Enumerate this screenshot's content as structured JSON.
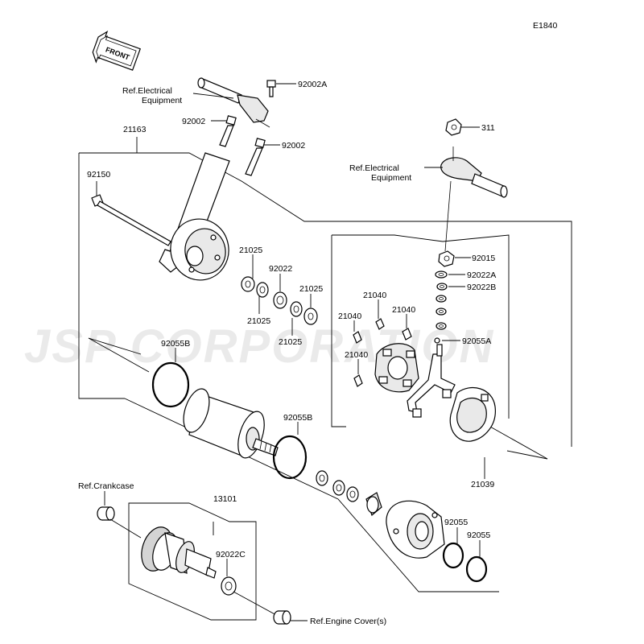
{
  "diagram_code": "E1840",
  "front_label": "FRONT",
  "watermark": "JSP CORPORATION",
  "refs": {
    "electrical_1_line1": "Ref.Electrical",
    "electrical_1_line2": "Equipment",
    "electrical_2_line1": "Ref.Electrical",
    "electrical_2_line2": "Equipment",
    "crankcase": "Ref.Crankcase",
    "engine_cover": "Ref.Engine Cover(s)"
  },
  "parts": {
    "p92002A": "92002A",
    "p92002_left": "92002",
    "p92002_right": "92002",
    "p21163": "21163",
    "p92150": "92150",
    "p311": "311",
    "p92015": "92015",
    "p92022A": "92022A",
    "p92022B": "92022B",
    "p21025_a": "21025",
    "p92022": "92022",
    "p21025_b": "21025",
    "p21025_c": "21025",
    "p21025_d": "21025",
    "p21040_a": "21040",
    "p21040_b": "21040",
    "p21040_c": "21040",
    "p21040_d": "21040",
    "p92055A": "92055A",
    "p92055B_a": "92055B",
    "p92055B_b": "92055B",
    "p21039": "21039",
    "p13101": "13101",
    "p92022C": "92022C",
    "p92055_a": "92055",
    "p92055_b": "92055"
  }
}
